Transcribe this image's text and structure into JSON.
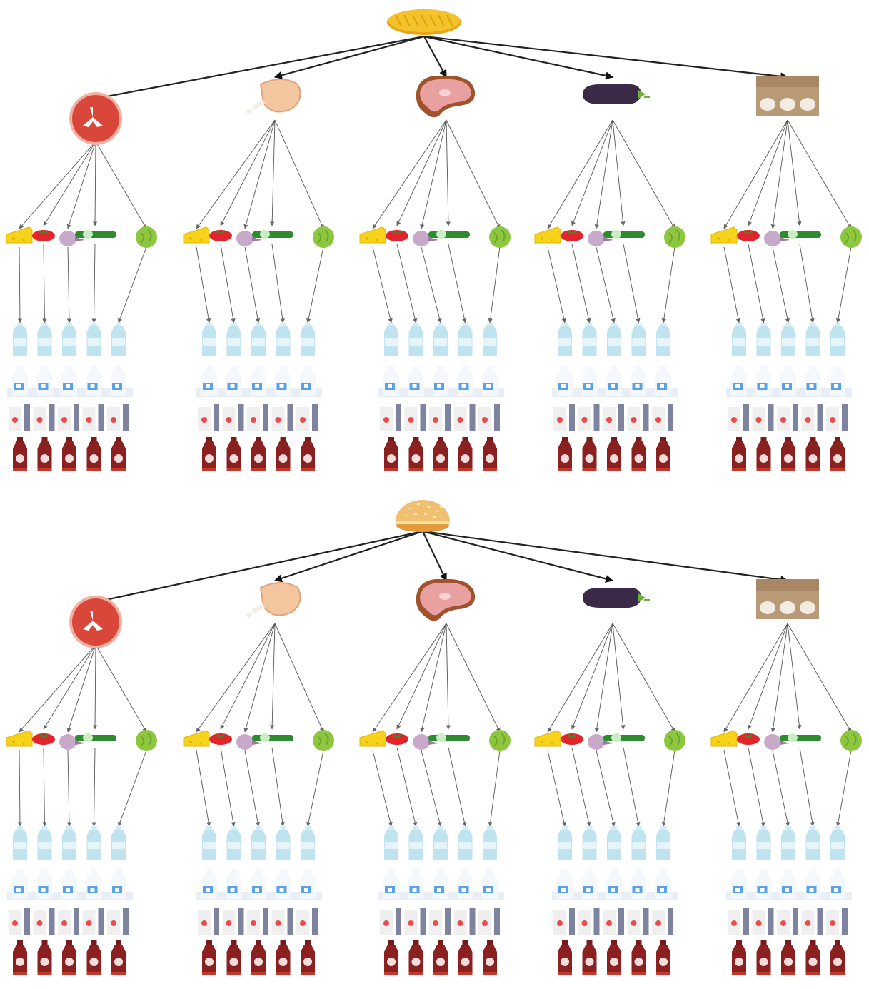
{
  "diagram": {
    "trees": [
      {
        "root": "bread-loaf",
        "proteins": [
          {
            "icon": "steak",
            "veggies": [
              "cheese",
              "tomato",
              "onion",
              "cucumber",
              "lettuce"
            ]
          },
          {
            "icon": "chicken-leg",
            "veggies": [
              "cheese",
              "tomato",
              "onion",
              "cucumber",
              "lettuce"
            ]
          },
          {
            "icon": "ham",
            "veggies": [
              "cheese",
              "tomato",
              "onion",
              "cucumber",
              "lettuce"
            ]
          },
          {
            "icon": "eggplant",
            "veggies": [
              "cheese",
              "tomato",
              "onion",
              "cucumber",
              "lettuce"
            ]
          },
          {
            "icon": "egg-carton",
            "veggies": [
              "cheese",
              "tomato",
              "onion",
              "cucumber",
              "lettuce"
            ]
          }
        ]
      },
      {
        "root": "burger-bun",
        "proteins": [
          {
            "icon": "steak",
            "veggies": [
              "cheese",
              "tomato",
              "onion",
              "cucumber",
              "lettuce"
            ]
          },
          {
            "icon": "chicken-leg",
            "veggies": [
              "cheese",
              "tomato",
              "onion",
              "cucumber",
              "lettuce"
            ]
          },
          {
            "icon": "ham",
            "veggies": [
              "cheese",
              "tomato",
              "onion",
              "cucumber",
              "lettuce"
            ]
          },
          {
            "icon": "eggplant",
            "veggies": [
              "cheese",
              "tomato",
              "onion",
              "cucumber",
              "lettuce"
            ]
          },
          {
            "icon": "egg-carton",
            "veggies": [
              "cheese",
              "tomato",
              "onion",
              "cucumber",
              "lettuce"
            ]
          }
        ]
      }
    ],
    "drink_rows": [
      "water-bottle",
      "milk-bottle",
      "juice-carton",
      "soda-bottle"
    ],
    "drinks_per_column": 5,
    "colors": {
      "edge": "#222222",
      "leaf_edge": "#555555",
      "bread": "#f4c22b",
      "bun": "#f0c070",
      "steak": "#d9473a",
      "chicken": "#f4c6a0",
      "ham": "#e8a0a0",
      "eggplant": "#3a2a48",
      "egg_carton": "#b89a76",
      "cheese": "#f6d21b",
      "tomato": "#e0262c",
      "onion": "#c9a9c9",
      "cucumber": "#2e8b2e",
      "lettuce": "#8dc63f",
      "water": "#bfe3ef",
      "milk": "#5aa2e6",
      "juice": "#e84d4d",
      "soda": "#8a2020"
    }
  }
}
